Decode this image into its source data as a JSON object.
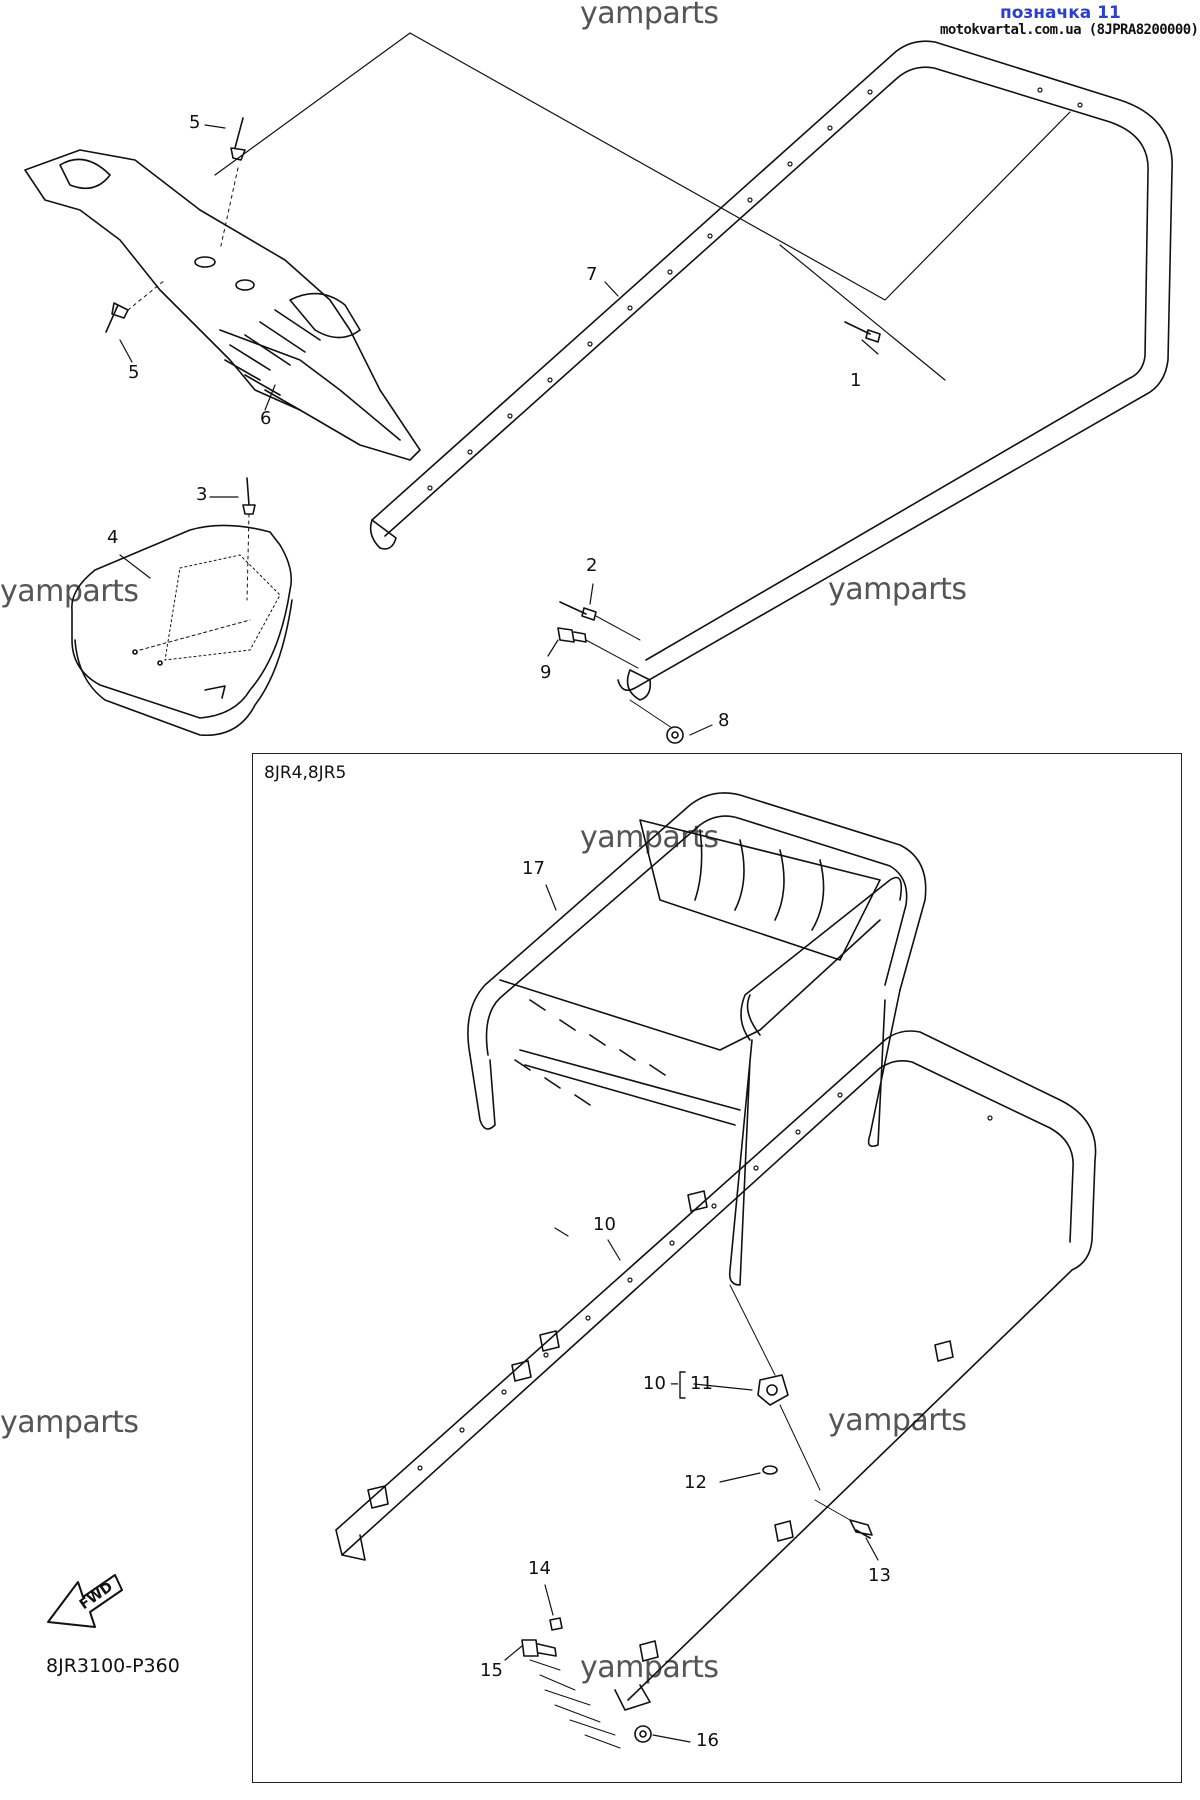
{
  "header": {
    "badge": "позначка 11",
    "source": "motokvartal.com.ua (8JPRA8200000)"
  },
  "watermark": "yamparts",
  "box_label": "8JR4,8JR5",
  "fwd_label": "FWD",
  "diagram_code": "8JR3100-P360",
  "callouts": {
    "c1": "1",
    "c2": "2",
    "c3": "3",
    "c4": "4",
    "c5a": "5",
    "c5b": "5",
    "c6": "6",
    "c7": "7",
    "c8": "8",
    "c9": "9",
    "c10a": "10",
    "c10b": "10",
    "c11": "11",
    "c12": "12",
    "c13": "13",
    "c14": "14",
    "c15": "15",
    "c16": "16",
    "c17": "17"
  },
  "colors": {
    "line": "#111111",
    "badge": "#2a3fd8",
    "watermark": "#555555"
  }
}
